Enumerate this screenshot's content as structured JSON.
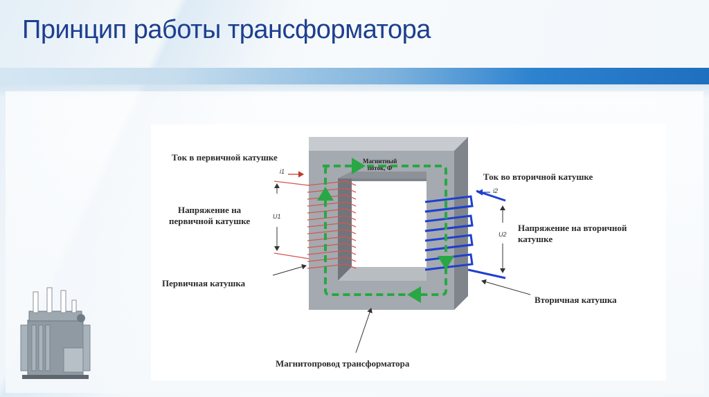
{
  "slide": {
    "title": "Принцип работы трансформатора"
  },
  "diagram": {
    "primary_current": "Ток в первичной катушке",
    "primary_voltage": "Напряжение на\nпервичной катушке",
    "primary_coil": "Первичная катушка",
    "secondary_current": "Ток во вторичной катушке",
    "secondary_voltage": "Напряжение на вторичной\nкатушке",
    "secondary_coil": "Вторичная катушка",
    "core": "Магнитопровод трансформатора",
    "flux": "Магнитный\nпоток, Ф",
    "i1": "i1",
    "i2": "i2",
    "u1": "U1",
    "u2": "U2"
  },
  "colors": {
    "title": "#1d3f8f",
    "core": "#9aa0a6",
    "primary_winding": "#d9534f",
    "secondary_winding": "#1f3fd1",
    "flux_arrow": "#28a745"
  }
}
